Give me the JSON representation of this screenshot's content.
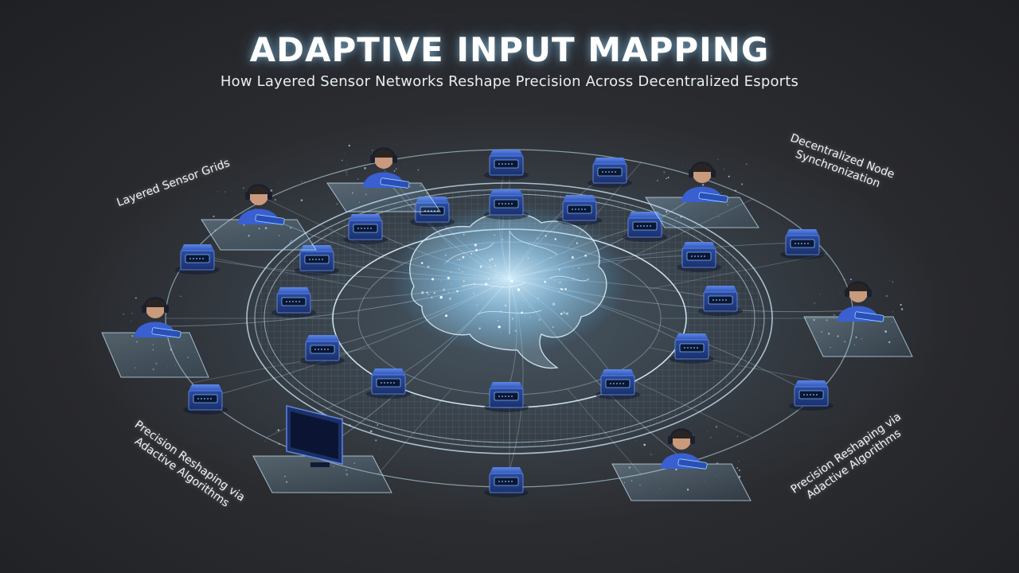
{
  "header": {
    "title": "ADAPTIVE INPUT MAPPING",
    "subtitle": "How Layered Sensor Networks Reshape Precision Across Decentralized Esports"
  },
  "callouts": {
    "layered_sensor_grids": "Layered Sensor Grids",
    "decentralized_sync": "Decentralized Node\nSynchronization",
    "precision_left": "Precision Reshaping via\nAdactive Algorithms",
    "precision_right": "Precision Reshaping via\nAdactive Algorithms"
  },
  "colors": {
    "accent_glow": "#9fdcff",
    "node_blue": "#2f56b8",
    "player_shirt": "#3a5fd0",
    "background": "#2c2d31"
  },
  "icons": {
    "center": "neural-brain-icon",
    "node": "sensor-node-icon",
    "player": "gamer-with-headset-icon"
  }
}
